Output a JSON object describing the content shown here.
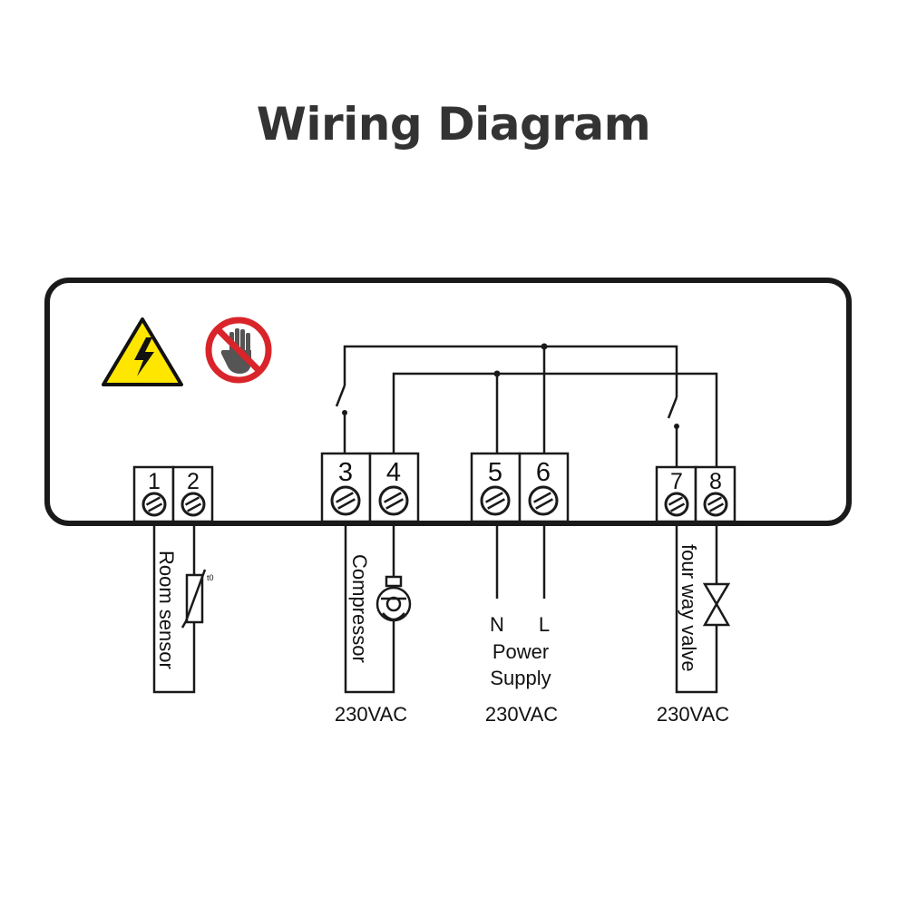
{
  "title": "Wiring Diagram",
  "terminals": [
    "1",
    "2",
    "3",
    "4",
    "5",
    "6",
    "7",
    "8"
  ],
  "labels": {
    "room_sensor": "Room sensor",
    "sensor_symbol": "t0",
    "compressor": "Compressor",
    "four_way_valve": "four way valve",
    "neutral": "N",
    "live": "L",
    "power_line1": "Power",
    "power_line2": "Supply"
  },
  "voltages": {
    "compressor": "230VAC",
    "power": "230VAC",
    "valve": "230VAC"
  },
  "icons": [
    "high-voltage-warning-icon",
    "do-not-touch-icon"
  ],
  "colors": {
    "warning_yellow": "#ffe600",
    "prohibition_red": "#d9252a",
    "line": "#1a1a1a"
  }
}
